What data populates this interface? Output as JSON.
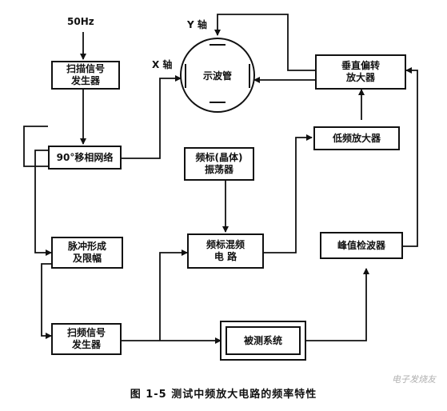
{
  "labels": {
    "freq_50hz": "50Hz",
    "x_axis": "X 轴",
    "y_axis": "Y 轴"
  },
  "blocks": {
    "sweep_signal_gen": "扫描信号\n发生器",
    "phase_shift_net": "90°移相网络",
    "pulse_shaping": "脉冲形成\n及限幅",
    "sweep_freq_gen": "扫频信号\n发生器",
    "oscilloscope": "示波管",
    "marker_oscillator": "频标(晶体)\n振荡器",
    "marker_mixer": "频标混频\n电  路",
    "device_under_test": "被测系统",
    "vertical_amp": "垂直偏转\n放大器",
    "lf_amp": "低频放大器",
    "peak_detector": "峰值检波器"
  },
  "caption": "图 1-5  测试中频放大电路的频率特性",
  "watermark": "电子发烧友"
}
